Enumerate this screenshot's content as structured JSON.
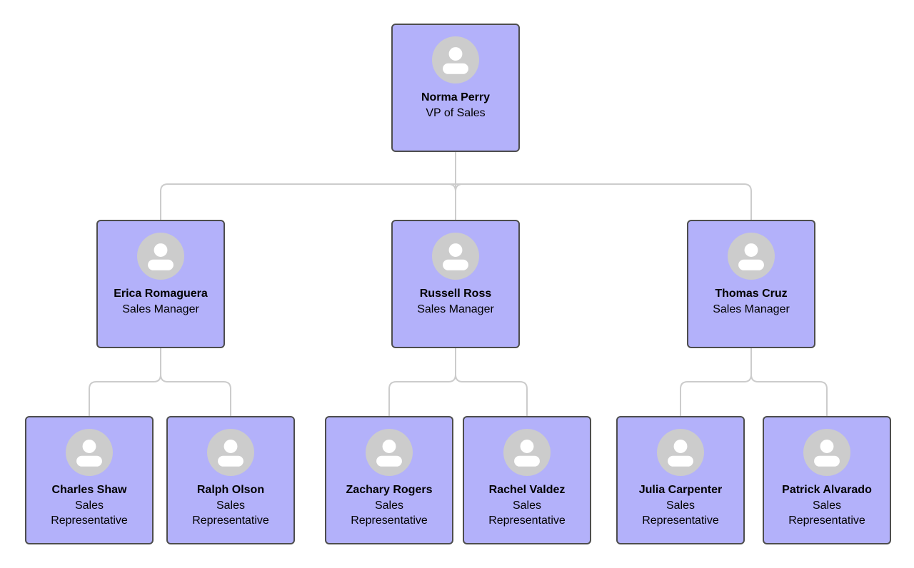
{
  "diagram": {
    "type": "org-chart",
    "levels": [
      "VP of Sales",
      "Sales Manager",
      "Sales Representative"
    ],
    "nodes": [
      {
        "id": "norma-perry",
        "name": "Norma Perry",
        "title": "VP of Sales",
        "reports_to": null
      },
      {
        "id": "erica-romaguera",
        "name": "Erica Romaguera",
        "title": "Sales Manager",
        "reports_to": "norma-perry"
      },
      {
        "id": "russell-ross",
        "name": "Russell Ross",
        "title": "Sales Manager",
        "reports_to": "norma-perry"
      },
      {
        "id": "thomas-cruz",
        "name": "Thomas Cruz",
        "title": "Sales Manager",
        "reports_to": "norma-perry"
      },
      {
        "id": "charles-shaw",
        "name": "Charles Shaw",
        "title": "Sales Representative",
        "reports_to": "erica-romaguera"
      },
      {
        "id": "ralph-olson",
        "name": "Ralph Olson",
        "title": "Sales Representative",
        "reports_to": "erica-romaguera"
      },
      {
        "id": "zachary-rogers",
        "name": "Zachary Rogers",
        "title": "Sales Representative",
        "reports_to": "russell-ross"
      },
      {
        "id": "rachel-valdez",
        "name": "Rachel Valdez",
        "title": "Sales Representative",
        "reports_to": "russell-ross"
      },
      {
        "id": "julia-carpenter",
        "name": "Julia Carpenter",
        "title": "Sales Representative",
        "reports_to": "thomas-cruz"
      },
      {
        "id": "patrick-alvarado",
        "name": "Patrick Alvarado",
        "title": "Sales Representative",
        "reports_to": "thomas-cruz"
      }
    ],
    "colors": {
      "card_fill": "#B3B1FA",
      "card_border": "#4D4D4D",
      "avatar_background": "#CCCCCC",
      "avatar_glyph": "#FFFFFF",
      "connector": "#CCCCCC",
      "canvas_background": "#FFFFFF",
      "text": "#000000"
    }
  }
}
